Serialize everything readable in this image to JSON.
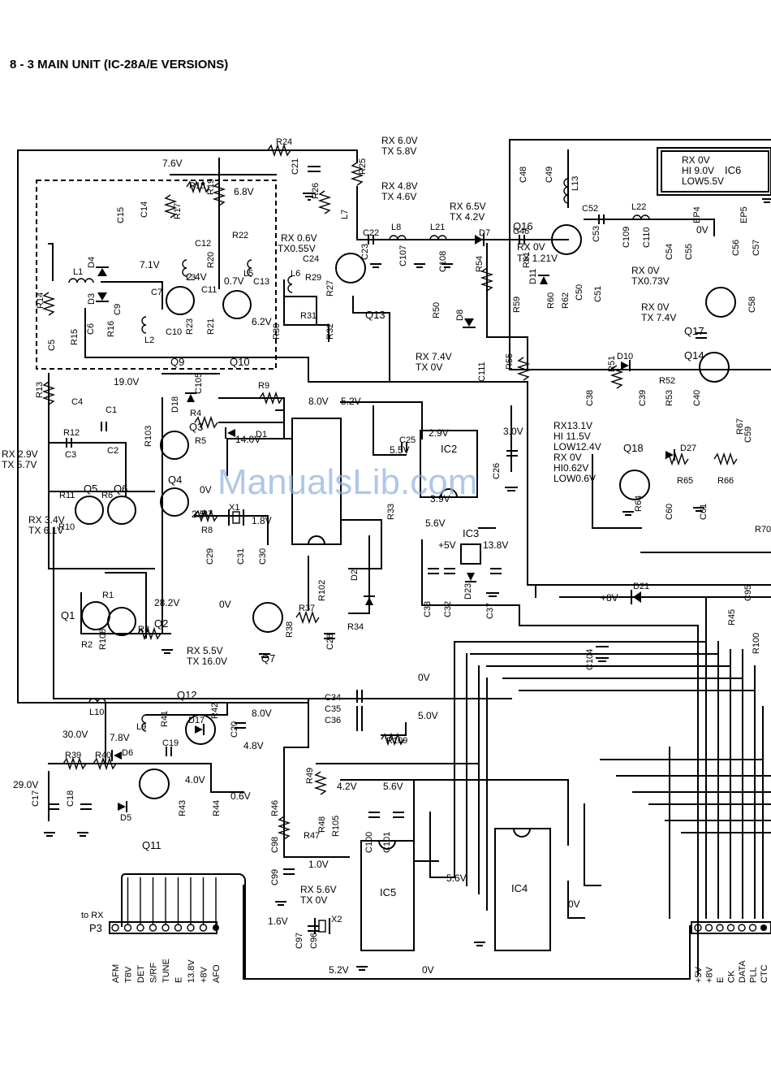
{
  "title": "8 - 3  MAIN UNIT (IC-28A/E VERSIONS)",
  "watermark": "ManualsLib.com",
  "voltages": [
    "RX 6.0V",
    "TX 5.8V",
    "RX 4.8V",
    "TX 4.6V",
    "7.6V",
    "6.8V",
    "RX 0.6V",
    "TX0.55V",
    "7.1V",
    "2.4V",
    "0.7V",
    "6.2V",
    "RX 6.5V",
    "TX 4.2V",
    "RX 0V",
    "TX 1.21V",
    "RX 0V",
    "HI 9.0V",
    "LOW5.5V",
    "0V",
    "RX 0V",
    "TX0.73V",
    "RX 0V",
    "TX 7.4V",
    "RX 7.4V",
    "TX 0V",
    "19.0V",
    "8.0V",
    "5.2V",
    "2.9V",
    "3.0V",
    "14.0V",
    "5.5V",
    "0V",
    "3.9V",
    "1.8V",
    "2.5V",
    "5.6V",
    "+5V",
    "13.8V",
    "RX 2.9V",
    "TX 5.7V",
    "RX 3.4V",
    "TX 6.1V",
    "28.2V",
    "0V",
    "RX 5.5V",
    "TX 16.0V",
    "RX13.1V",
    "HI 11.5V",
    "LOW12.4V",
    "RX 0V",
    "HI0.62V",
    "LOW0.6V",
    "+8V",
    "0V",
    "5.0V",
    "8.0V",
    "4.8V",
    "7.8V",
    "30.0V",
    "4.0V",
    "0.6V",
    "29.0V",
    "4.2V",
    "5.6V",
    "1.0V",
    "RX 5.6V",
    "TX 0V",
    "5.6V",
    "1.6V",
    "5.2V",
    "0V",
    "0V"
  ],
  "components": {
    "ics": [
      "IC2",
      "IC3",
      "IC4",
      "IC5",
      "IC6"
    ],
    "transistors": [
      "Q1",
      "Q2",
      "Q3",
      "Q4",
      "Q5",
      "Q6",
      "Q7",
      "Q9",
      "Q10",
      "Q11",
      "Q12",
      "Q13",
      "Q14",
      "Q16",
      "Q17",
      "Q18"
    ],
    "resistors": [
      "R1",
      "R2",
      "R3",
      "R4",
      "R5",
      "R6",
      "R7",
      "R8",
      "R9",
      "R10",
      "R11",
      "R12",
      "R13",
      "R14",
      "R15",
      "R16",
      "R17",
      "R18",
      "R19",
      "R20",
      "R21",
      "R22",
      "R23",
      "R24",
      "R25",
      "R26",
      "R27",
      "R29",
      "R30",
      "R31",
      "R32",
      "R33",
      "R34",
      "R37",
      "R38",
      "R39",
      "R40",
      "R41",
      "R42",
      "R43",
      "R44",
      "R45",
      "R46",
      "R47",
      "R48",
      "R49",
      "R50",
      "R51",
      "R52",
      "R53",
      "R54",
      "R55",
      "R59",
      "R60",
      "R61",
      "R62",
      "R64",
      "R65",
      "R66",
      "R67",
      "R70",
      "R100",
      "R102",
      "R103",
      "R105",
      "R108",
      "R109"
    ],
    "capacitors": [
      "C1",
      "C2",
      "C3",
      "C4",
      "C5",
      "C6",
      "C7",
      "C9",
      "C10",
      "C11",
      "C12",
      "C13",
      "C14",
      "C15",
      "C17",
      "C18",
      "C19",
      "C20",
      "C21",
      "C22",
      "C23",
      "C24",
      "C25",
      "C26",
      "C28",
      "C29",
      "C30",
      "C31",
      "C32",
      "C33",
      "C34",
      "C35",
      "C36",
      "C37",
      "C38",
      "C39",
      "C40",
      "C46",
      "C48",
      "C49",
      "C50",
      "C51",
      "C52",
      "C53",
      "C54",
      "C55",
      "C56",
      "C57",
      "C58",
      "C59",
      "C60",
      "C61",
      "C95",
      "C96",
      "C97",
      "C98",
      "C99",
      "C100",
      "C101",
      "C104",
      "C105",
      "C107",
      "C108",
      "C109",
      "C110",
      "C111"
    ],
    "inductors": [
      "L1",
      "L2",
      "L3",
      "L5",
      "L6",
      "L7",
      "L8",
      "L9",
      "L10",
      "L13",
      "L21",
      "L22"
    ],
    "diodes": [
      "D1",
      "D2",
      "D3",
      "D4",
      "D5",
      "D6",
      "D7",
      "D8",
      "D10",
      "D11",
      "D17",
      "D18",
      "D21",
      "D23",
      "D27"
    ],
    "crystals": [
      "X1",
      "X2"
    ],
    "misc": [
      "EP4",
      "EP5"
    ]
  },
  "connectors": {
    "p3": {
      "name": "P3",
      "note": "to RX",
      "pins": [
        "AFM",
        "T8V",
        "DET",
        "S/RF",
        "TUNE",
        "E",
        "13.8V",
        "+8V",
        "AFO"
      ]
    },
    "bottom_right": {
      "pins": [
        "+5V",
        "+8V",
        "E",
        "CK",
        "DATA",
        "PLL",
        "CTC"
      ]
    }
  }
}
